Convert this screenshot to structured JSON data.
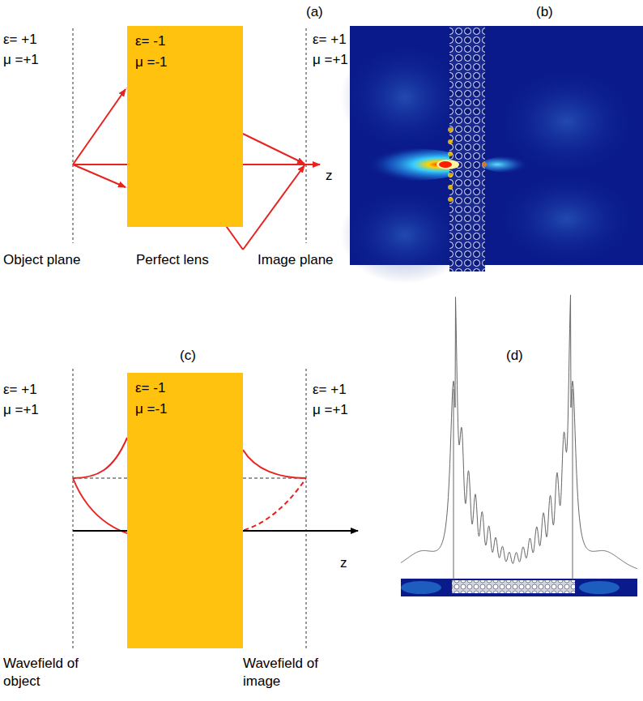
{
  "diagram": {
    "nodes": [
      {
        "text": [
          "ε= -1",
          "μ =-1"
        ]
      },
      {
        "text": [
          "ε= -1",
          "μ =-1"
        ]
      }
    ],
    "labels": [
      "(a)",
      "(b)",
      "ε= +1",
      "μ =+1",
      "ε= +1",
      "μ =+1",
      "z",
      "Object plane",
      "Perfect lens",
      "Image plane",
      "(c)",
      "(d)",
      "ε= +1",
      "μ =+1",
      "ε= +1",
      "μ =+1",
      "z",
      "Wavefield of object",
      "Wavefield of image"
    ]
  }
}
